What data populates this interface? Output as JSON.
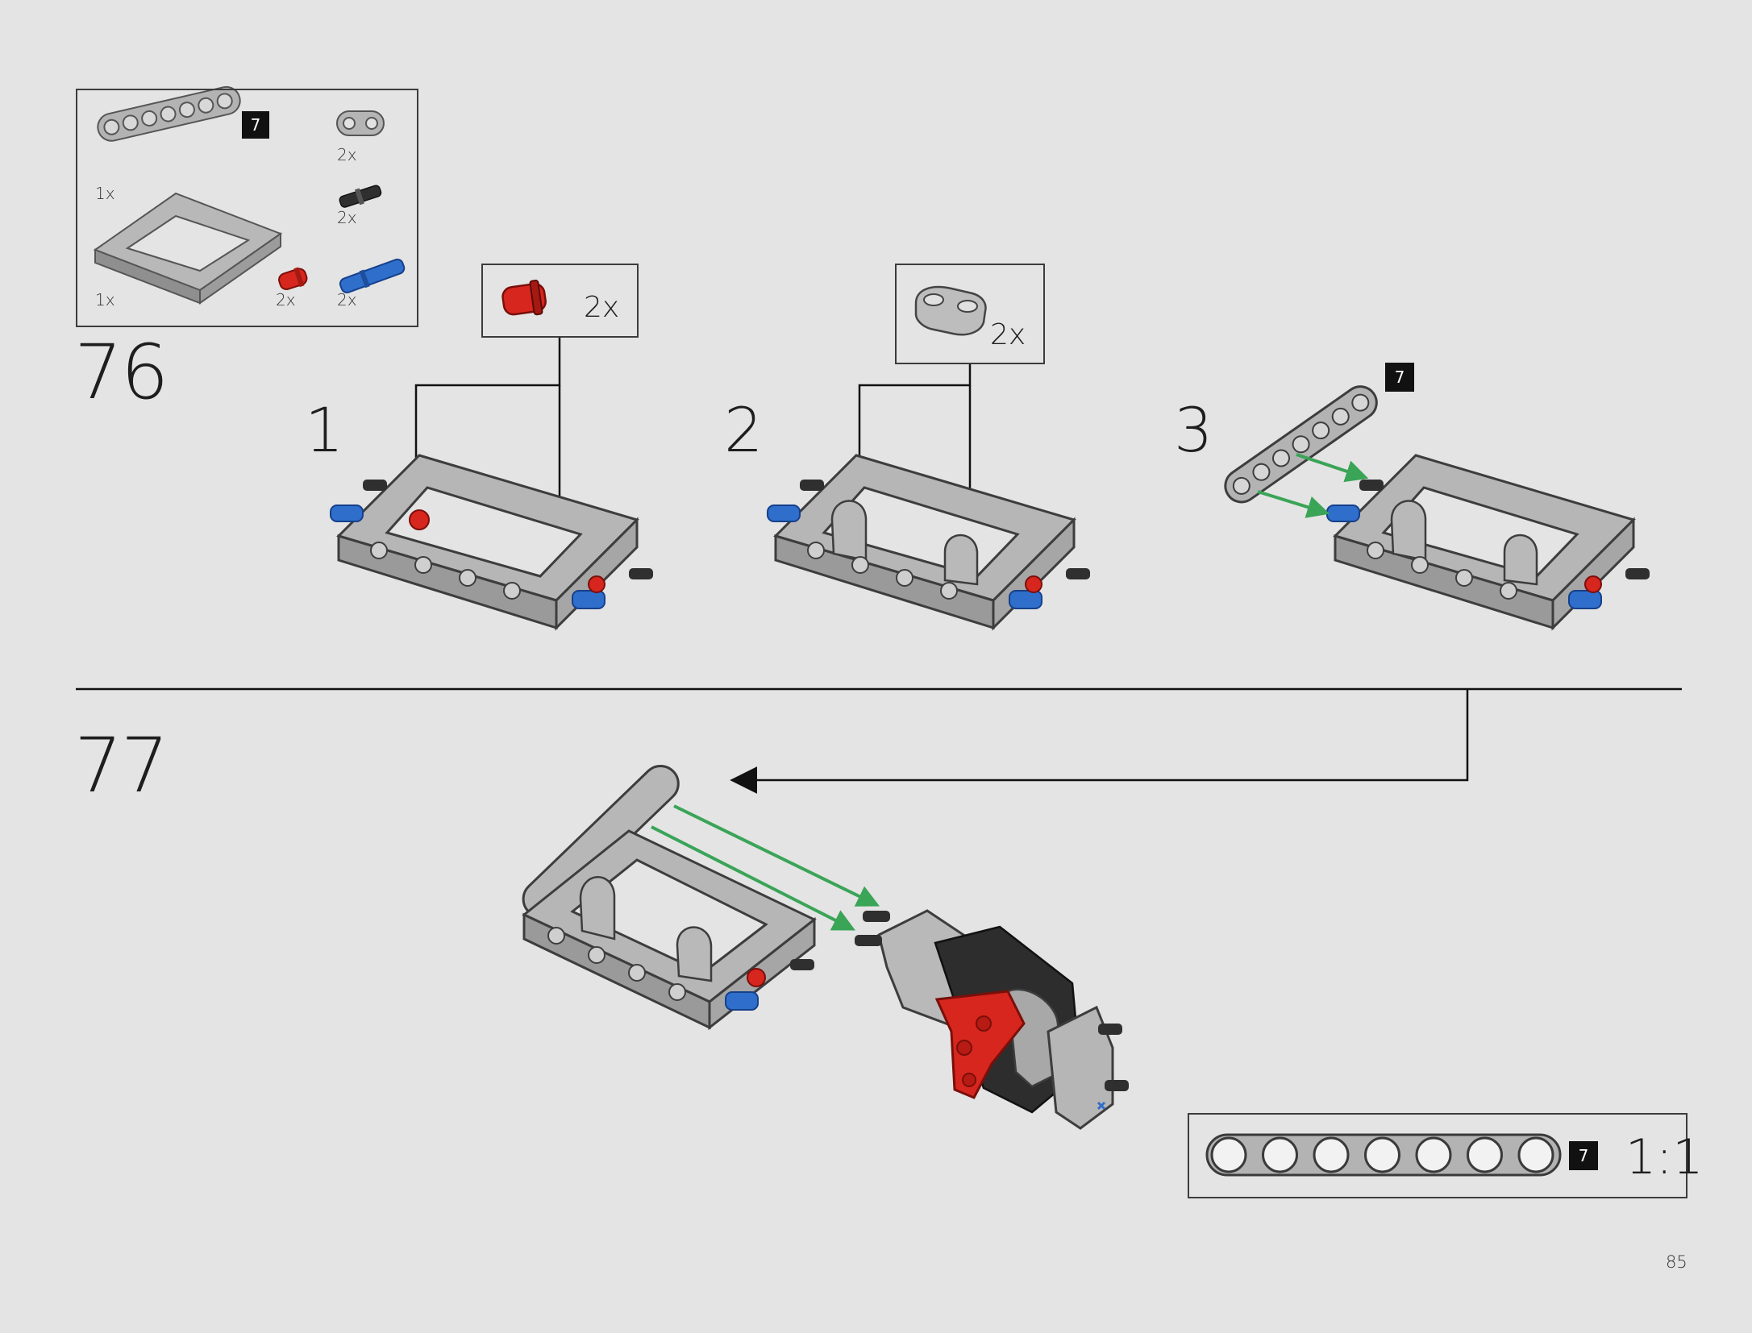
{
  "step76": {
    "number": "76",
    "parts_list": [
      {
        "part": "beam-7",
        "qty": "1x",
        "length_badge": "7"
      },
      {
        "part": "frame-5x7",
        "qty": "1x"
      },
      {
        "part": "connector-2-holes",
        "qty": "2x"
      },
      {
        "part": "pin-with-axle-black",
        "qty": "2x"
      },
      {
        "part": "pin-red",
        "qty": "2x"
      },
      {
        "part": "axle-pin-blue",
        "qty": "2x"
      }
    ],
    "substeps": [
      {
        "number": "1",
        "callout_qty": "2x",
        "callout_part": "pin-red"
      },
      {
        "number": "2",
        "callout_qty": "2x",
        "callout_part": "connector-2-holes"
      },
      {
        "number": "3",
        "length_badge": "7"
      }
    ]
  },
  "step77": {
    "number": "77"
  },
  "scale_ruler": {
    "length_badge": "7",
    "scale": "1:1",
    "holes": 7
  },
  "page_number": "85",
  "colors": {
    "background": "#e4e4e4",
    "part_grey": "#a9a9a9",
    "part_red": "#d7261e",
    "part_blue": "#2f6ecb",
    "part_black": "#2a2a2a",
    "arrow_green": "#3aa457"
  }
}
